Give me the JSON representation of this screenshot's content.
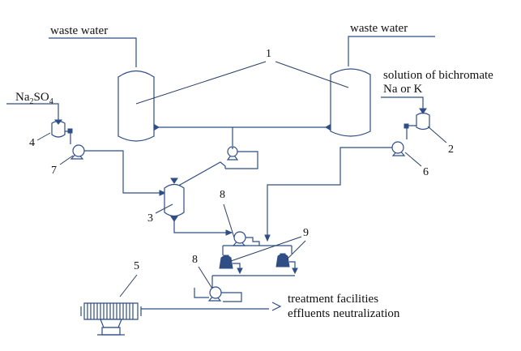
{
  "labels": {
    "waste_water_left": "waste water",
    "waste_water_right": "waste water",
    "na2so4_main": "Na",
    "na2so4_sub1": "2",
    "na2so4_mid": "SO",
    "na2so4_sub2": "4",
    "bichromate_line1": "solution of bichromate",
    "bichromate_line2": "Na or K",
    "outlet_line1": "treatment facilities",
    "outlet_line2": "effluents neutralization"
  },
  "callouts": {
    "n1": "1",
    "n2": "2",
    "n3": "3",
    "n4": "4",
    "n5": "5",
    "n6": "6",
    "n7": "7",
    "n8a": "8",
    "n8b": "8",
    "n9": "9"
  },
  "colors": {
    "line": "#2f4e86",
    "text": "#111111"
  }
}
